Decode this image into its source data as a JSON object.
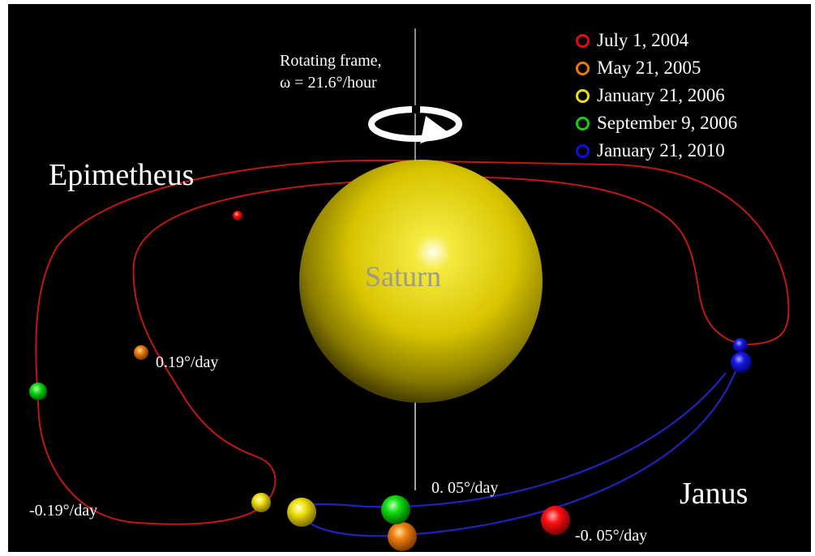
{
  "frame": {
    "line1": "Rotating frame,",
    "line2": "ω = 21.6°/hour"
  },
  "legend": [
    {
      "label": "July 1, 2004",
      "color": "#e01010"
    },
    {
      "label": "May 21, 2005",
      "color": "#e87a10"
    },
    {
      "label": "January 21, 2006",
      "color": "#e8e010"
    },
    {
      "label": "September 9, 2006",
      "color": "#10d010"
    },
    {
      "label": "January 21, 2010",
      "color": "#1010d8"
    }
  ],
  "bodies": {
    "saturn": "Saturn",
    "epimetheus": "Epimetheus",
    "janus": "Janus"
  },
  "rates": {
    "epimetheus_inner": "0.19°/day",
    "epimetheus_outer": "-0.19°/day",
    "janus_inner": "0. 05°/day",
    "janus_outer": "-0. 05°/day"
  },
  "colors": {
    "epimetheus_orbit": "#c01818",
    "janus_orbit": "#2222b8",
    "saturn": "#e0d000",
    "background": "#000000"
  }
}
